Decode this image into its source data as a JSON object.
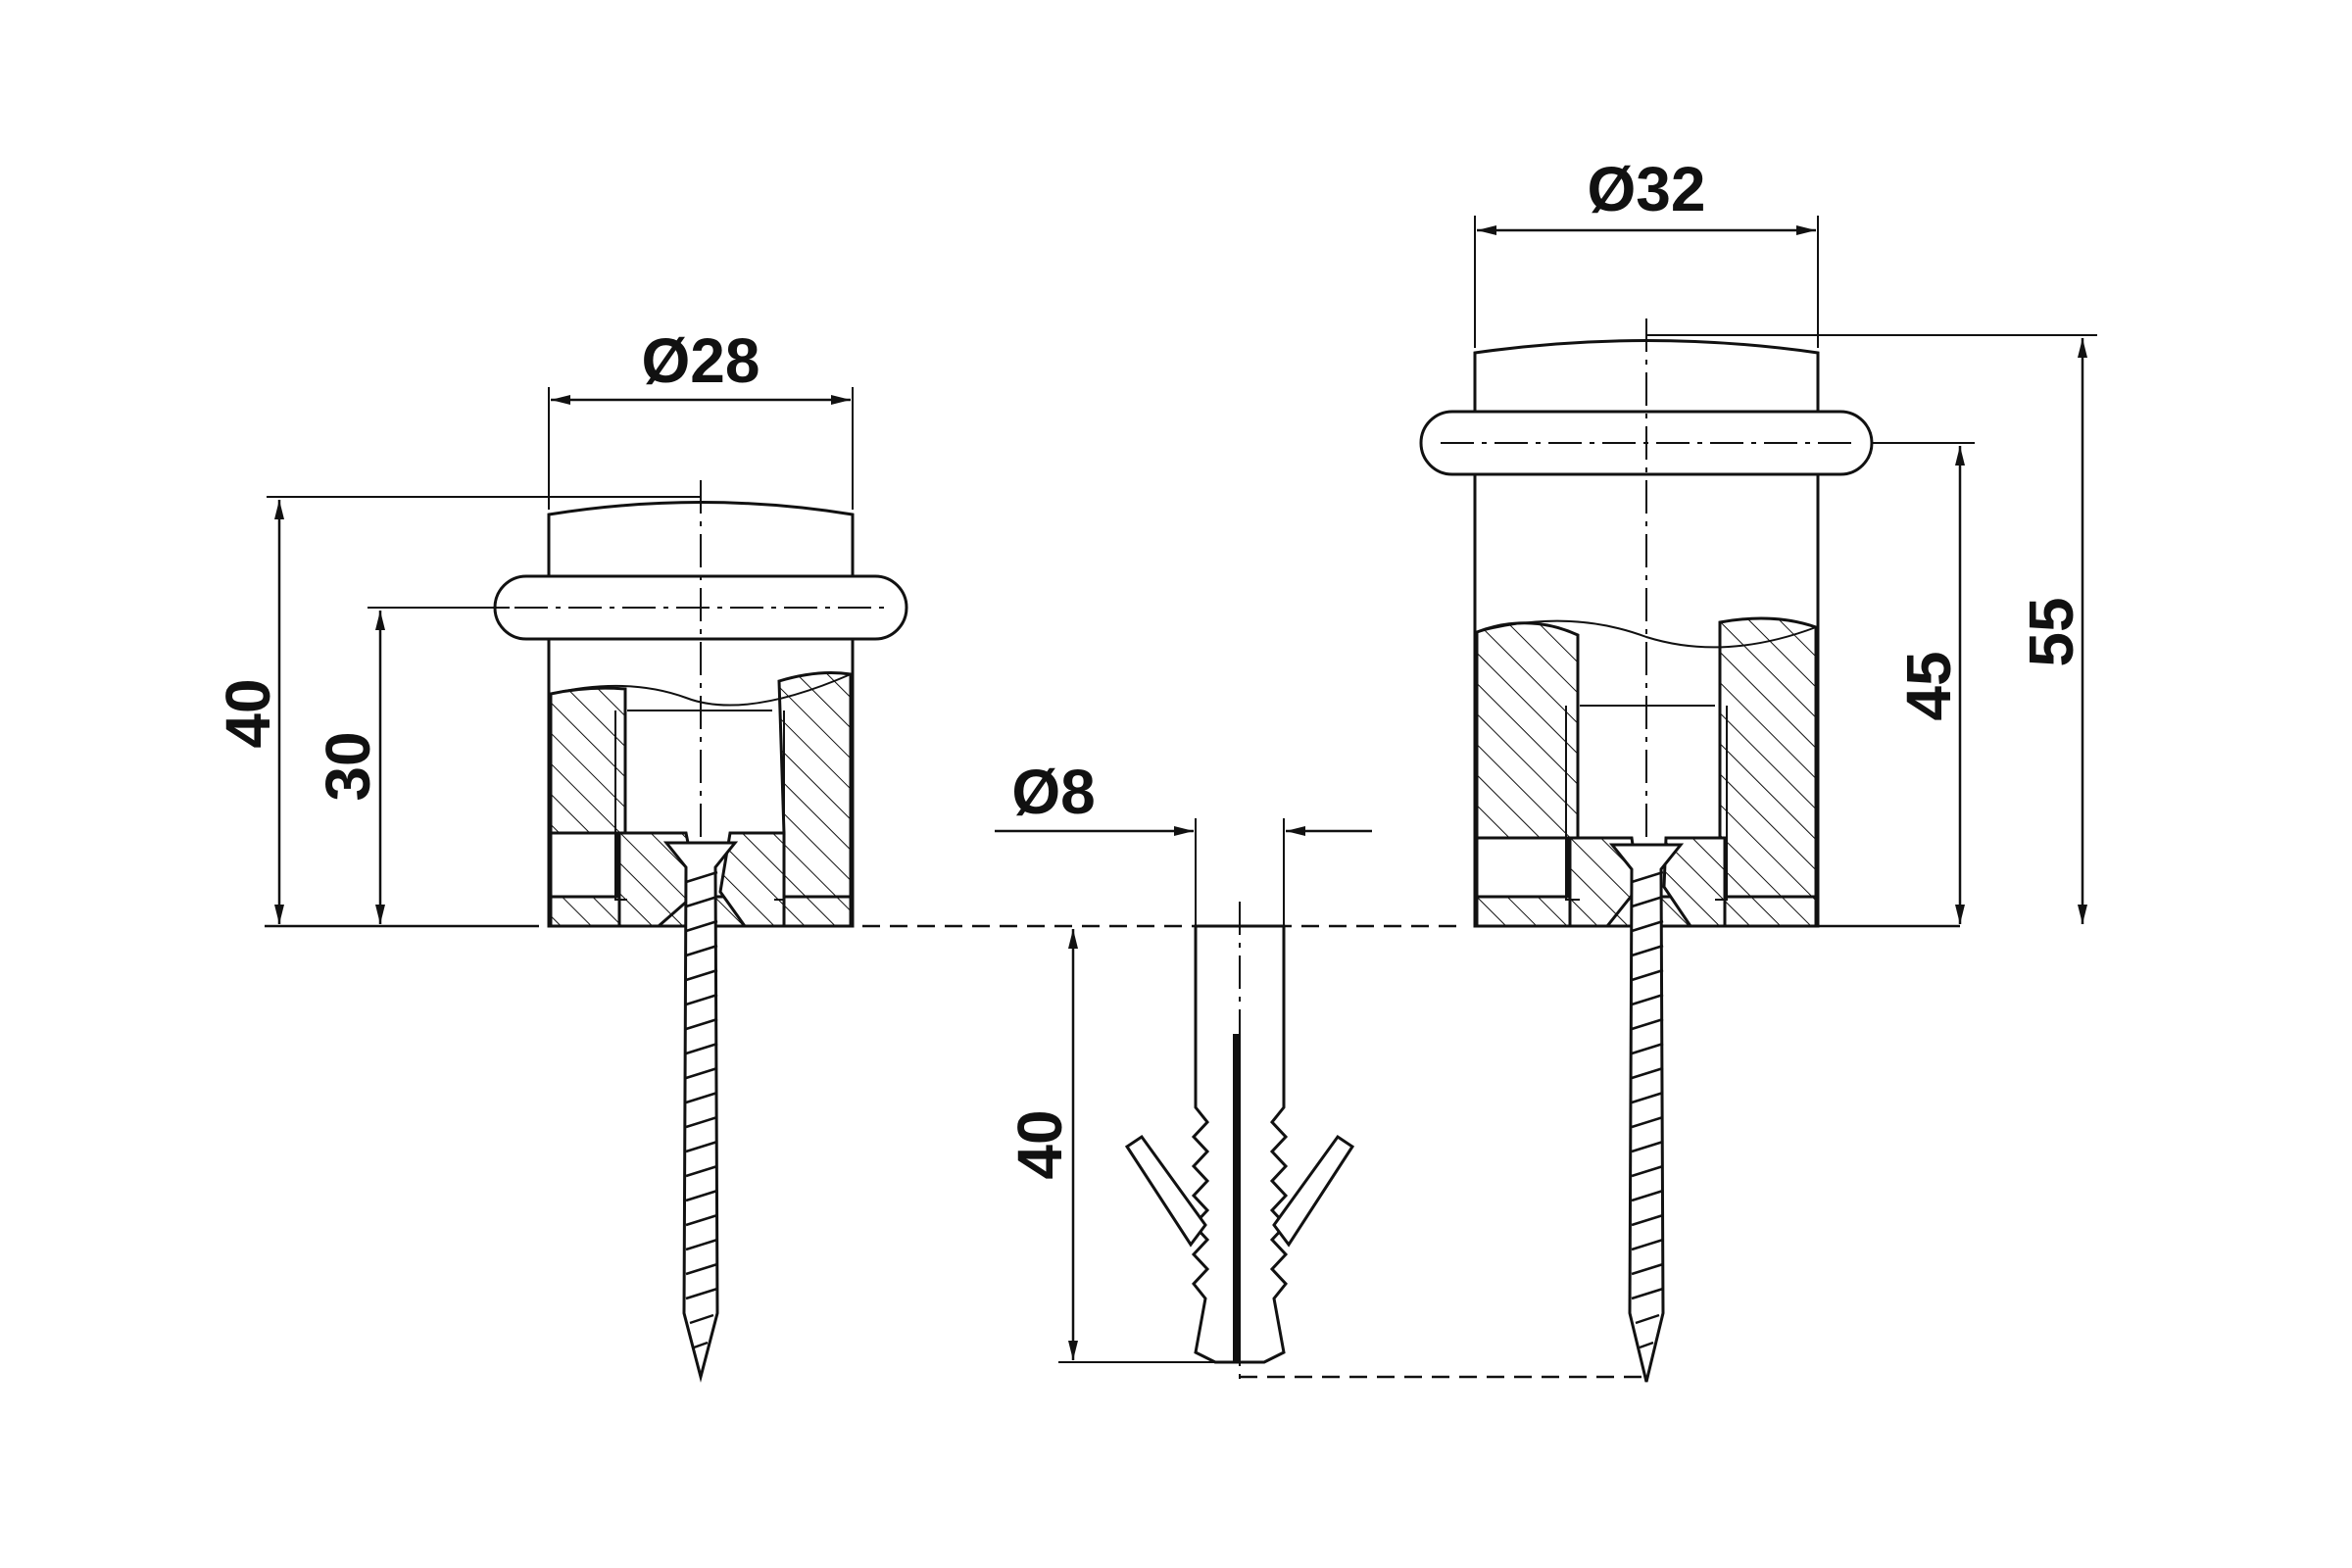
{
  "dimensions": {
    "small_diameter": "Ø28",
    "small_total_height": "40",
    "small_ring_height": "30",
    "plug_diameter": "Ø8",
    "plug_length": "40",
    "large_diameter": "Ø32",
    "large_ring_height": "45",
    "large_total_height": "55"
  }
}
